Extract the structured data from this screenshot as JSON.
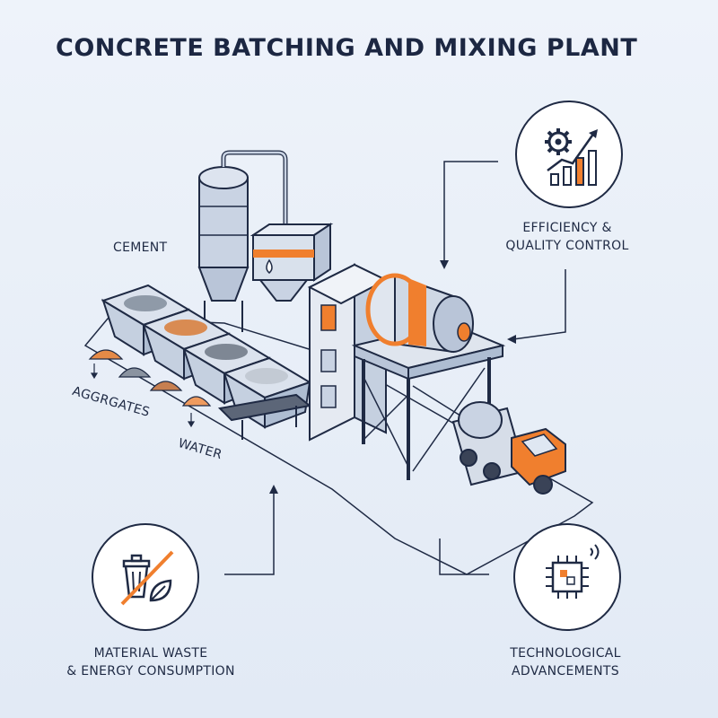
{
  "title": "CONCRETE BATCHING AND MIXING PLANT",
  "labels": {
    "cement": "CEMENT",
    "aggregates": "AGGRGATES",
    "water": "WATER"
  },
  "callouts": {
    "efficiency": {
      "line1": "EFFICIENCY &",
      "line2": "QUALITY CONTROL",
      "icon": "gear-growth-chart-icon"
    },
    "waste": {
      "line1": "MATERIAL WASTE",
      "line2": "& ENERGY CONSUMPTION",
      "icon": "no-waste-trash-leaf-icon"
    },
    "tech": {
      "line1": "TECHNOLOGICAL",
      "line2": "ADVANCEMENTS",
      "icon": "circuit-chip-icon"
    }
  },
  "colors": {
    "accent": "#f07f2e",
    "ink": "#1f2a44",
    "steel": "#c9d3e3",
    "steel_dark": "#9fb0c8"
  }
}
